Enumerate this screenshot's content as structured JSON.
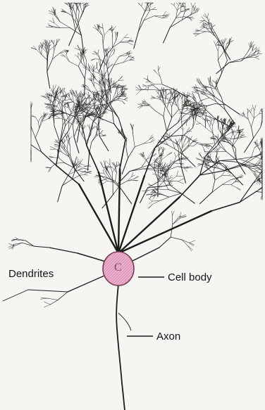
{
  "labels": {
    "dendrites": "Dendrites",
    "cell_body": "Cell body",
    "axon": "Axon"
  },
  "soma_letter": "C",
  "colors": {
    "ink": "#1c1c1c",
    "soma_fill": "#e8a6c6",
    "soma_stroke": "#7a3d5a",
    "background": "#f7f5f1"
  }
}
